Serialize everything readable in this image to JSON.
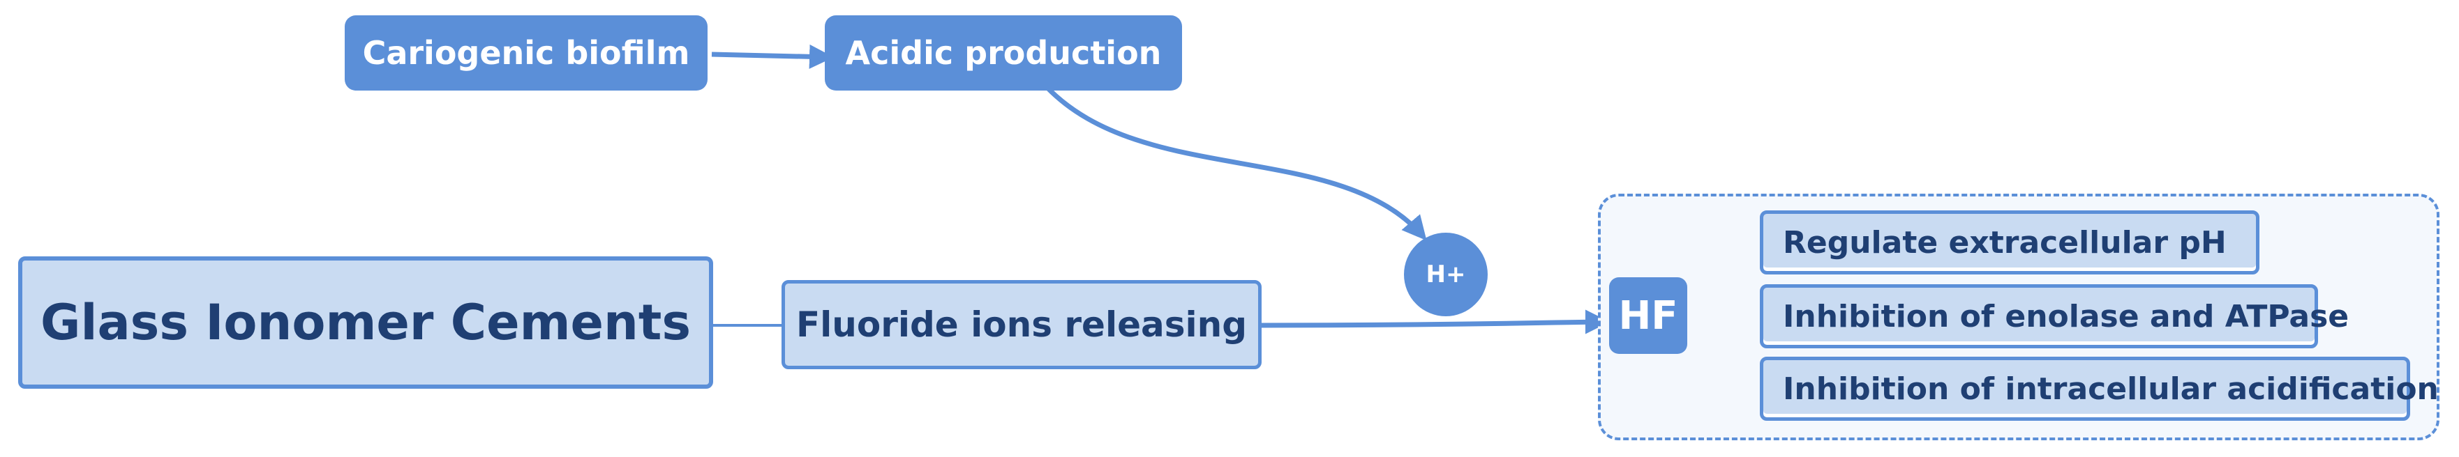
{
  "diagram": {
    "cariogenic": "Cariogenic biofilm",
    "acidic": "Acidic production",
    "hplus": "H+",
    "gic": "Glass Ionomer Cements",
    "fluoride": "Fluoride ions releasing",
    "hf": "HF",
    "effects": [
      "Regulate extracellular pH",
      "Inhibition of enolase and ATPase",
      "Inhibition of intracellular acidification"
    ]
  },
  "colors": {
    "accent": "#5b8fd8",
    "light_fill": "#c9dbf2",
    "dark_text": "#1f3f73"
  }
}
